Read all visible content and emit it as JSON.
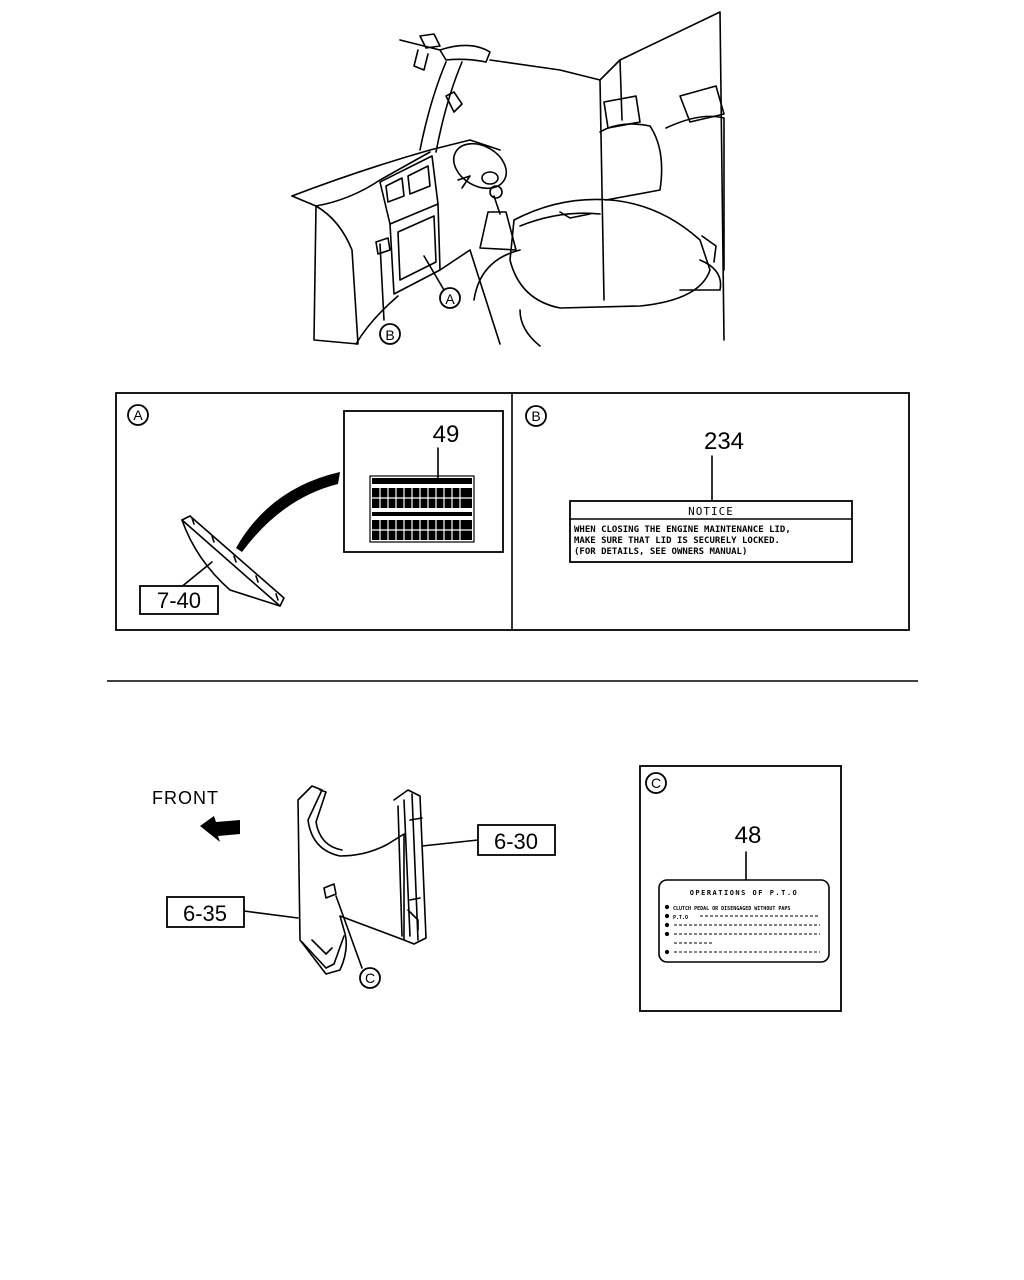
{
  "callouts": {
    "a": "A",
    "b": "B",
    "c": "C"
  },
  "panel_a": {
    "part_number": "49",
    "ref_code": "7-40"
  },
  "panel_b": {
    "part_number": "234",
    "notice": {
      "heading": "NOTICE",
      "line1": "WHEN CLOSING THE ENGINE MAINTENANCE LID,",
      "line2": "MAKE SURE THAT LID IS SECURELY LOCKED.",
      "line3": "(FOR DETAILS, SEE OWNERS MANUAL)"
    }
  },
  "lower": {
    "front_label": "FRONT",
    "ref_code_upper": "6-30",
    "ref_code_lower": "6-35"
  },
  "panel_c": {
    "part_number": "48",
    "label_heading": "OPERATIONS OF P.T.O",
    "label_line1": "CLUTCH PEDAL OR DISENGAGED WITHOUT PAPS",
    "label_line2": "P.T.O"
  }
}
